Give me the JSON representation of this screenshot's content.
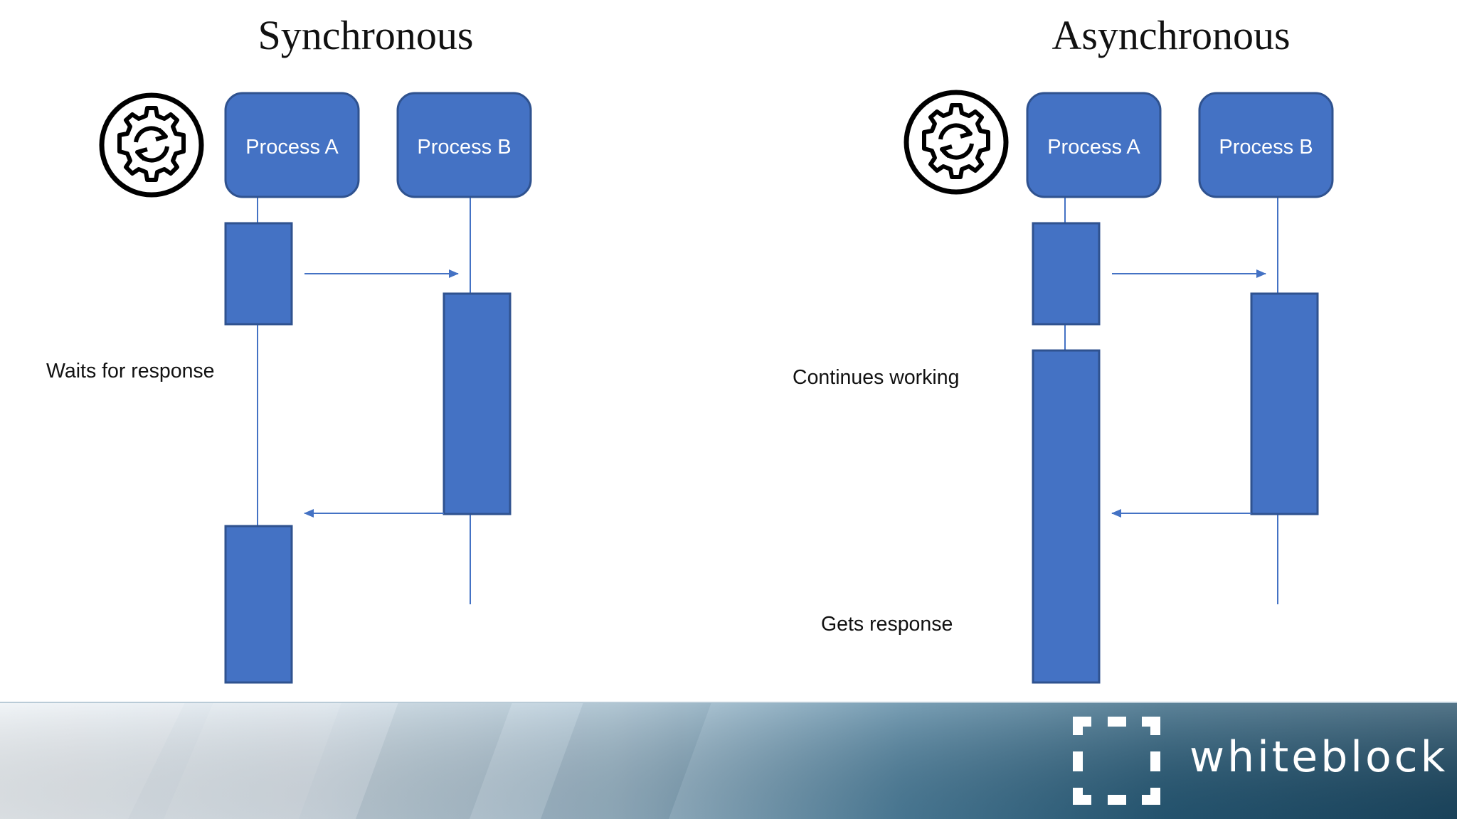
{
  "colors": {
    "box_fill": "#4472c4",
    "box_stroke": "#2f528f",
    "line": "#4472c4",
    "footer_dark": "#1e4e68",
    "footer_light": "#dfe7ee"
  },
  "diagrams": [
    {
      "title": "Synchronous",
      "icon": "gear-sync-icon",
      "process_a": "Process A",
      "process_b": "Process B",
      "notes": [
        "Waits for response"
      ]
    },
    {
      "title": "Asynchronous",
      "icon": "gear-sync-icon",
      "process_a": "Process A",
      "process_b": "Process B",
      "notes": [
        "Continues working",
        "Gets response"
      ]
    }
  ],
  "footer": {
    "brand": "whiteblock",
    "logo_icon": "dashed-square-logo-icon"
  }
}
